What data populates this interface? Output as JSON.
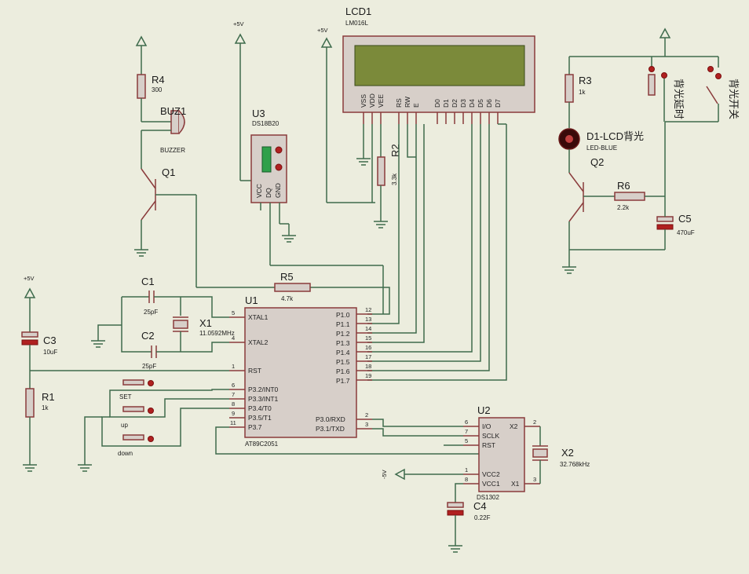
{
  "components": {
    "lcd1": {
      "ref": "LCD1",
      "value": "LM016L",
      "pins": [
        "VSS",
        "VDD",
        "VEE",
        "RS",
        "RW",
        "E",
        "D0",
        "D1",
        "D2",
        "D3",
        "D4",
        "D5",
        "D6",
        "D7"
      ]
    },
    "u1": {
      "ref": "U1",
      "value": "AT89C2051",
      "left_pins": [
        {
          "num": "5",
          "name": "XTAL1"
        },
        {
          "num": "4",
          "name": "XTAL2"
        },
        {
          "num": "1",
          "name": "RST"
        },
        {
          "num": "6",
          "name": "P3.2/INT0"
        },
        {
          "num": "7",
          "name": "P3.3/INT1"
        },
        {
          "num": "8",
          "name": "P3.4/T0"
        },
        {
          "num": "9",
          "name": "P3.5/T1"
        },
        {
          "num": "11",
          "name": "P3.7"
        }
      ],
      "right_pins": [
        {
          "num": "12",
          "name": "P1.0"
        },
        {
          "num": "13",
          "name": "P1.1"
        },
        {
          "num": "14",
          "name": "P1.2"
        },
        {
          "num": "15",
          "name": "P1.3"
        },
        {
          "num": "16",
          "name": "P1.4"
        },
        {
          "num": "17",
          "name": "P1.5"
        },
        {
          "num": "18",
          "name": "P1.6"
        },
        {
          "num": "19",
          "name": "P1.7"
        },
        {
          "num": "2",
          "name": "P3.0/RXD"
        },
        {
          "num": "3",
          "name": "P3.1/TXD"
        }
      ]
    },
    "u2": {
      "ref": "U2",
      "value": "DS1302",
      "left_pins": [
        {
          "num": "6",
          "name": "I/O"
        },
        {
          "num": "7",
          "name": "SCLK"
        },
        {
          "num": "5",
          "name": "RST"
        },
        {
          "num": "1",
          "name": "VCC2"
        },
        {
          "num": "8",
          "name": "VCC1"
        }
      ],
      "right_pins": [
        {
          "num": "2",
          "name": "X2"
        },
        {
          "num": "3",
          "name": "X1"
        }
      ]
    },
    "u3": {
      "ref": "U3",
      "value": "DS18B20",
      "pins": [
        "VCC",
        "DQ",
        "GND"
      ]
    },
    "r1": {
      "ref": "R1",
      "value": "1k"
    },
    "r2": {
      "ref": "R2",
      "value": "3.3k"
    },
    "r3": {
      "ref": "R3",
      "value": "1k"
    },
    "r4": {
      "ref": "R4",
      "value": "300"
    },
    "r5": {
      "ref": "R5",
      "value": "4.7k"
    },
    "r6": {
      "ref": "R6",
      "value": "2.2k"
    },
    "c1": {
      "ref": "C1",
      "value": "25pF"
    },
    "c2": {
      "ref": "C2",
      "value": "25pF"
    },
    "c3": {
      "ref": "C3",
      "value": "10uF"
    },
    "c4": {
      "ref": "C4",
      "value": "0.22F"
    },
    "c5": {
      "ref": "C5",
      "value": "470uF"
    },
    "x1": {
      "ref": "X1",
      "value": "11.0592MHz"
    },
    "x2": {
      "ref": "X2",
      "value": "32.768kHz"
    },
    "q1": {
      "ref": "Q1"
    },
    "q2": {
      "ref": "Q2"
    },
    "buz1": {
      "ref": "BUZ1",
      "value": "BUZZER"
    },
    "d1": {
      "ref": "D1-LCD背光",
      "value": "LED-BLUE"
    },
    "sw_set": {
      "ref": "SET"
    },
    "sw_up": {
      "ref": "up"
    },
    "sw_down": {
      "ref": "down"
    },
    "sw_delay": {
      "ref": "背光延时"
    },
    "sw_switch": {
      "ref": "背光开关"
    }
  },
  "power": {
    "vcc": "+5V",
    "gnd_neg": "-5V"
  }
}
